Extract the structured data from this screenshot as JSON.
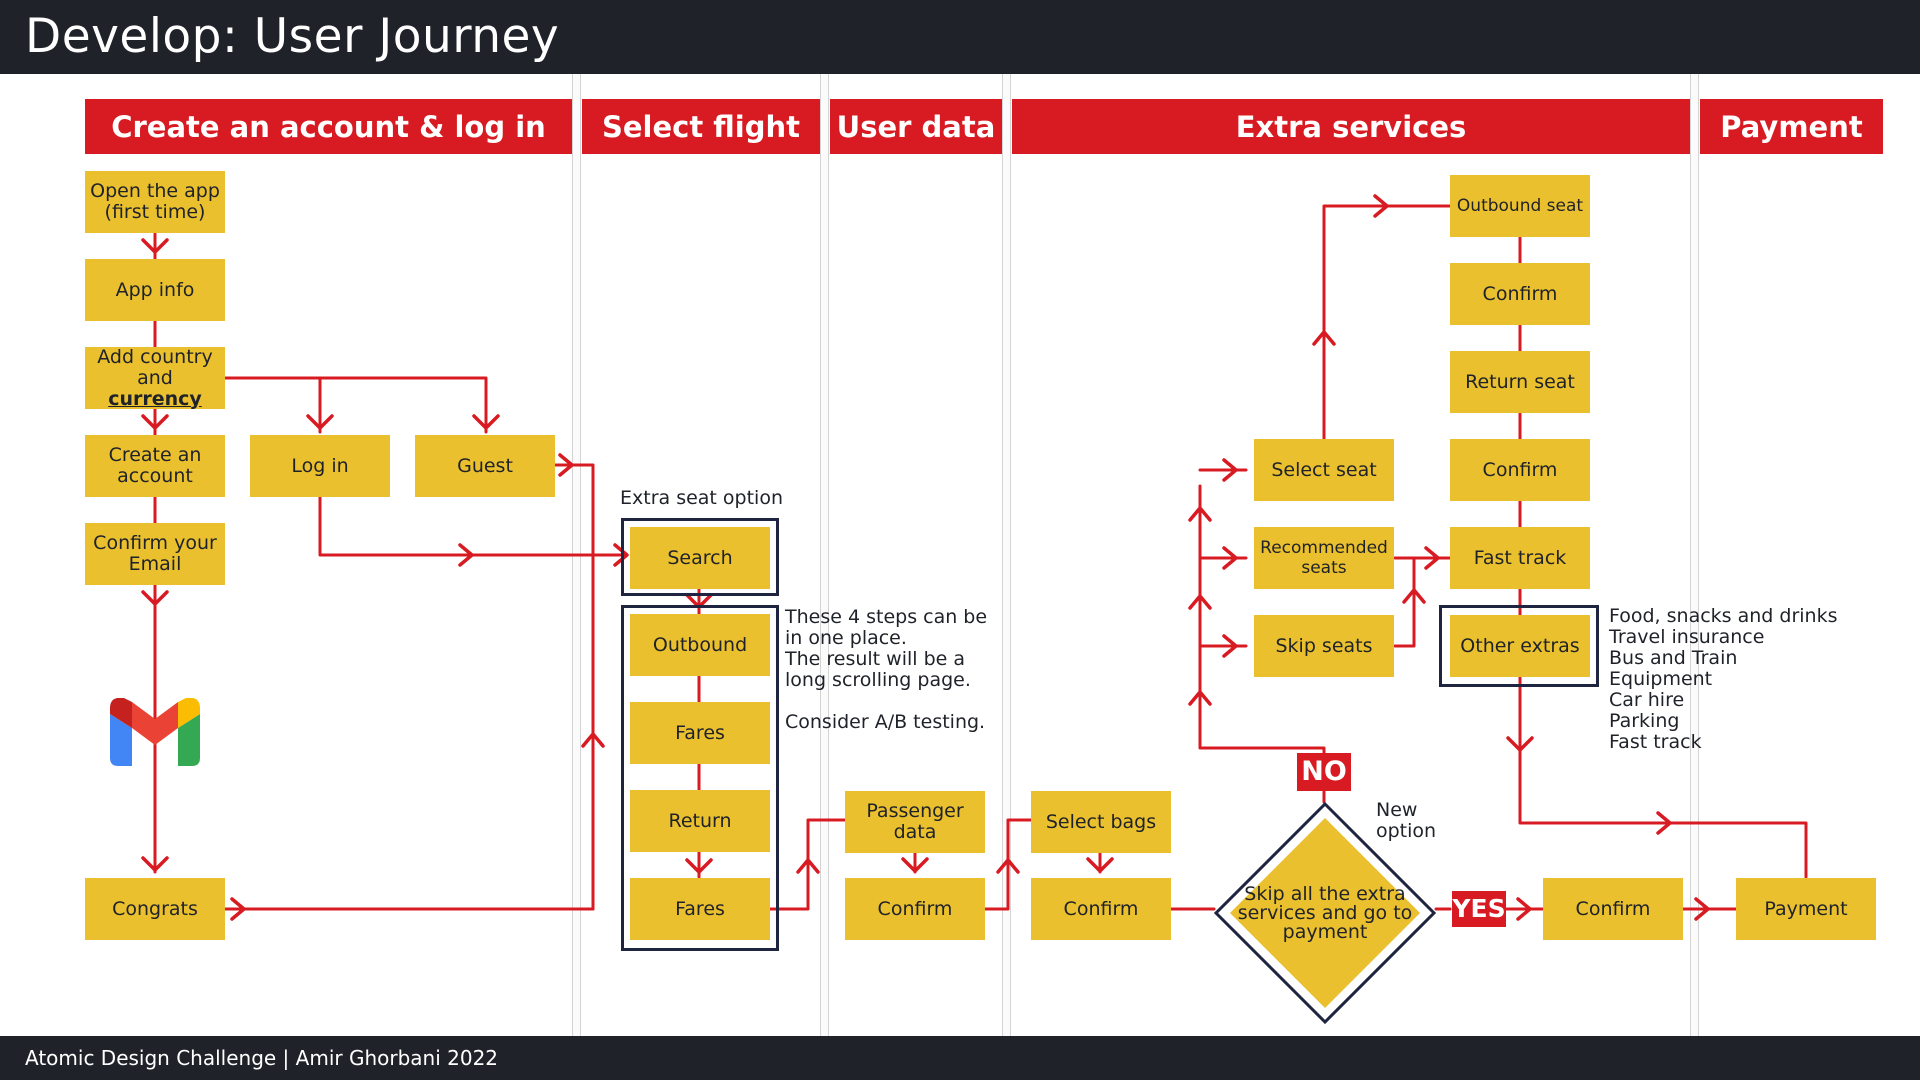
{
  "header": {
    "title": "Develop: User Journey"
  },
  "footer": {
    "credit": "Atomic Design Challenge | Amir Ghorbani 2022"
  },
  "phases": {
    "account": "Create an account & log in",
    "flight": "Select flight",
    "userdata": "User data",
    "extras": "Extra services",
    "payment": "Payment"
  },
  "steps": {
    "open_app_line1": "Open the app",
    "open_app_line2": "(first time)",
    "app_info": "App info",
    "add_country_line1": "Add country",
    "add_country_and": "and",
    "add_country_currency": "currency",
    "create_account": "Create an account",
    "confirm_email": "Confirm your Email",
    "log_in": "Log in",
    "guest": "Guest",
    "congrats": "Congrats",
    "search": "Search",
    "outbound": "Outbound",
    "fares_1": "Fares",
    "return": "Return",
    "fares_2": "Fares",
    "passenger_data": "Passenger data",
    "confirm_userdata": "Confirm",
    "select_bags": "Select bags",
    "confirm_bags": "Confirm",
    "select_seat": "Select seat",
    "recommended_seats": "Recommended seats",
    "skip_seats": "Skip seats",
    "outbound_seat": "Outbound seat",
    "confirm_outbound_seat": "Confirm",
    "return_seat": "Return seat",
    "confirm_return_seat": "Confirm",
    "fast_track": "Fast track",
    "other_extras": "Other extras",
    "confirm_final": "Confirm",
    "payment": "Payment"
  },
  "decision": {
    "question": "Skip all the extra services and go to payment",
    "no": "NO",
    "yes": "YES",
    "new_option": "New\noption"
  },
  "notes": {
    "extra_seat_option": "Extra seat option",
    "four_steps": "These 4 steps can be\nin one place.\nThe result will be a\nlong scrolling page.\n\nConsider A/B testing.",
    "extras_list": "Food, snacks and drinks\nTravel insurance\nBus and Train\nEquipment\nCar hire\nParking\nFast track"
  },
  "icons": {
    "email_app": "gmail-icon"
  },
  "colors": {
    "accent_red": "#d81b22",
    "step_yellow": "#eac02e",
    "dark": "#1f2229",
    "frame_navy": "#1f2440"
  }
}
